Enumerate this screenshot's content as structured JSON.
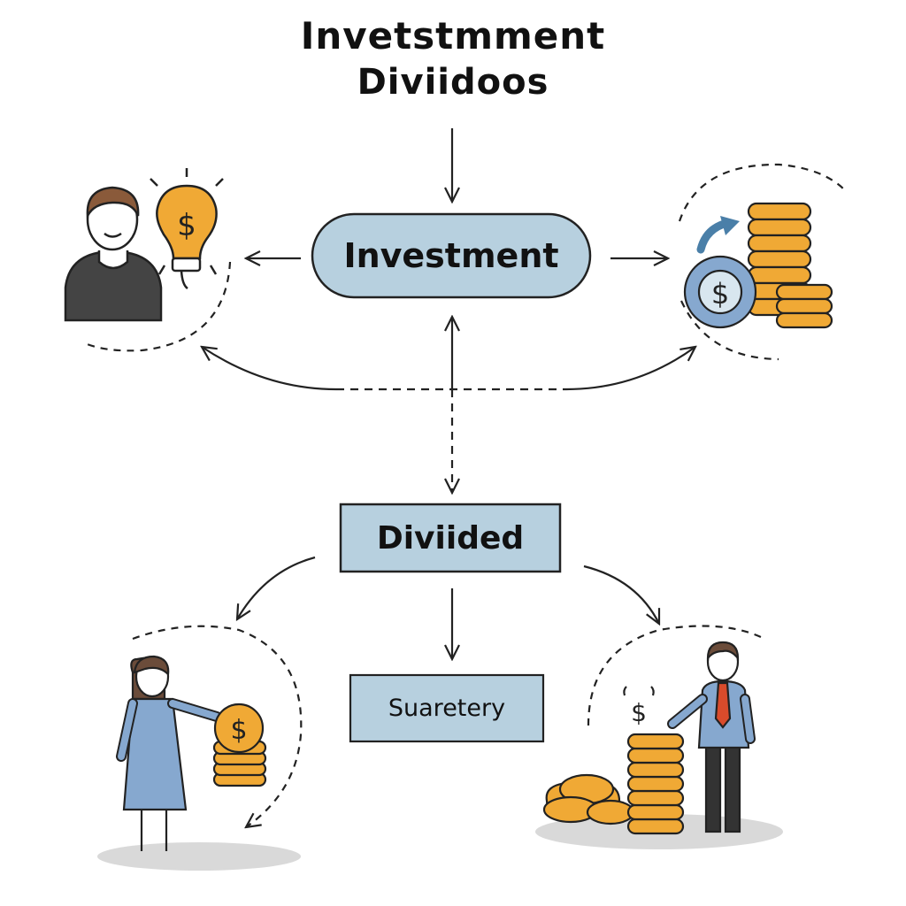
{
  "title": {
    "line1": "Invetstmment",
    "line2": "Diviidoos"
  },
  "nodes": {
    "investment": {
      "label": "Investment"
    },
    "dividend": {
      "label": "Diviided"
    },
    "summary": {
      "label": "Suaretery"
    }
  },
  "icons": {
    "investor": "person-icon",
    "idea": "lightbulb-dollar-icon",
    "returns": "coin-stack-growth-icon",
    "woman": "woman-with-coins-icon",
    "man": "man-with-coins-icon"
  },
  "colors": {
    "node_fill": "#b7d0df",
    "coin": "#f0a935",
    "shirt_blue": "#86a8cf",
    "dark_shirt": "#444444",
    "tie": "#d94b2b"
  }
}
